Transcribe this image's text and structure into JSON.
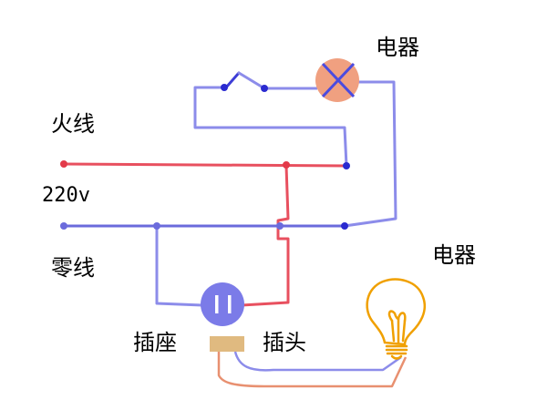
{
  "labels": {
    "appliance_top": "电器",
    "live_wire": "火线",
    "voltage": "220v",
    "neutral_wire": "零线",
    "appliance_bulb": "电器",
    "socket": "插座",
    "plug": "插头"
  },
  "colors": {
    "live_wire": "#e8505f",
    "neutral_wire": "#6b6bdc",
    "circuit_wire": "#8c8cea",
    "junction": "#2a2ad0",
    "live_junction": "#e33a4a",
    "lamp_fill": "#f0a080",
    "lamp_cross": "#4b4be0",
    "socket_fill": "#7b7be8",
    "plug_fill": "#e0ba80",
    "plug_cable": "#e89070",
    "bulb_outline": "#f0a000"
  },
  "icons": {
    "switch": "switch-icon",
    "lamp": "lamp-x-icon",
    "socket": "socket-icon",
    "plug": "plug-icon",
    "bulb": "light-bulb-icon"
  }
}
